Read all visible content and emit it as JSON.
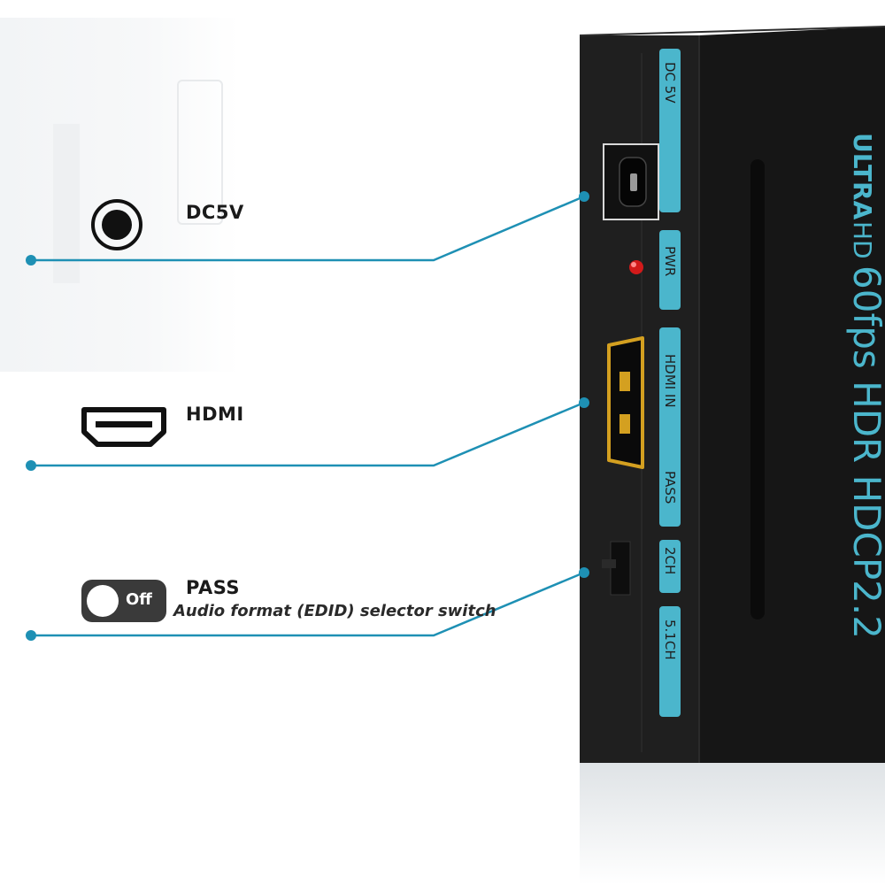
{
  "callouts": {
    "dc": {
      "label": "DC5V"
    },
    "hdmi": {
      "label": "HDMI"
    },
    "pass": {
      "label": "PASS",
      "description": "Audio format (EDID) selector switch",
      "toggle_state": "Off"
    }
  },
  "device": {
    "strip_labels": {
      "dc": "DC 5V",
      "pwr": "PWR",
      "hdmi_in": "HDMI IN",
      "pass": "PASS",
      "ch2": "2CH",
      "ch51": "5.1CH"
    },
    "brand_bold": "ULTRA",
    "brand_light": "HD",
    "headline": "60fps HDR HDCP2.2"
  },
  "colors": {
    "accent": "#1e90b4",
    "strip": "#4bb6cc",
    "device_body": "#1c1c1c",
    "led": "#d21a1a"
  }
}
